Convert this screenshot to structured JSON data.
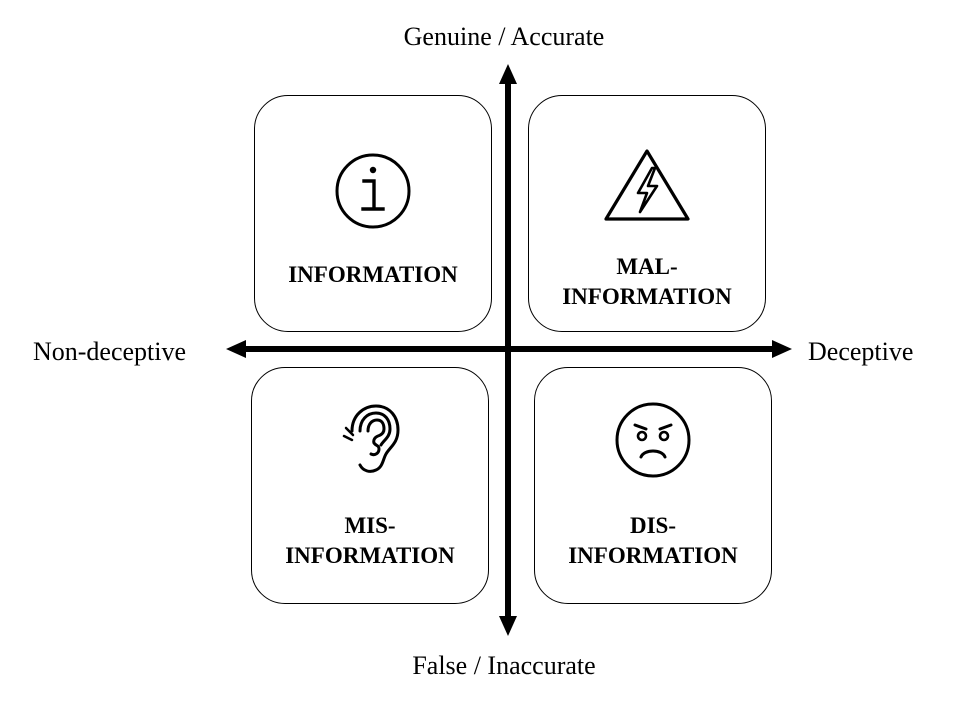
{
  "axes": {
    "top": "Genuine / Accurate",
    "bottom": "False / Inaccurate",
    "left": "Non-deceptive",
    "right": "Deceptive"
  },
  "quadrants": {
    "top_left": {
      "lines": [
        "INFORMATION"
      ],
      "icon": "info-icon"
    },
    "top_right": {
      "lines": [
        "MAL-",
        "INFORMATION"
      ],
      "icon": "warning-lightning-icon"
    },
    "bottom_left": {
      "lines": [
        "MIS-",
        "INFORMATION"
      ],
      "icon": "ear-icon"
    },
    "bottom_right": {
      "lines": [
        "DIS-",
        "INFORMATION"
      ],
      "icon": "angry-face-icon"
    }
  },
  "colors": {
    "stroke": "#000000",
    "background": "#ffffff"
  }
}
